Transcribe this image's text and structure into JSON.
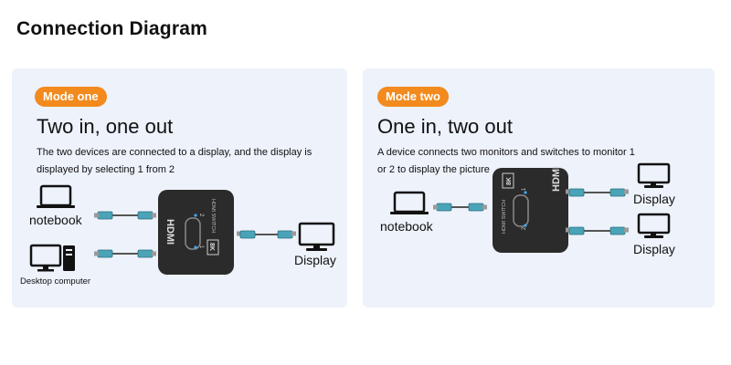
{
  "title": "Connection Diagram",
  "mode_one": {
    "badge": "Mode one",
    "heading": "Two in, one out",
    "description": "The two devices are connected to a display, and the display is displayed by selecting 1 from 2",
    "labels": {
      "notebook": "notebook",
      "desktop": "Desktop computer",
      "display": "Display"
    }
  },
  "mode_two": {
    "badge": "Mode two",
    "heading": "One in, two out",
    "description": "A device connects two monitors and switches to monitor 1 or 2 to display the picture",
    "labels": {
      "notebook": "notebook",
      "display_1": "Display",
      "display_2": "Display"
    }
  },
  "switch": {
    "brand": "HDMI",
    "model": "HDMI SWITCH",
    "resolution": "8K",
    "port_1": "1",
    "port_2": "2"
  },
  "colors": {
    "badge": "#f28a1e",
    "panel": "#edf2fb",
    "cable_plug": "#4aa4b8",
    "switch_body": "#2b2b2b"
  }
}
